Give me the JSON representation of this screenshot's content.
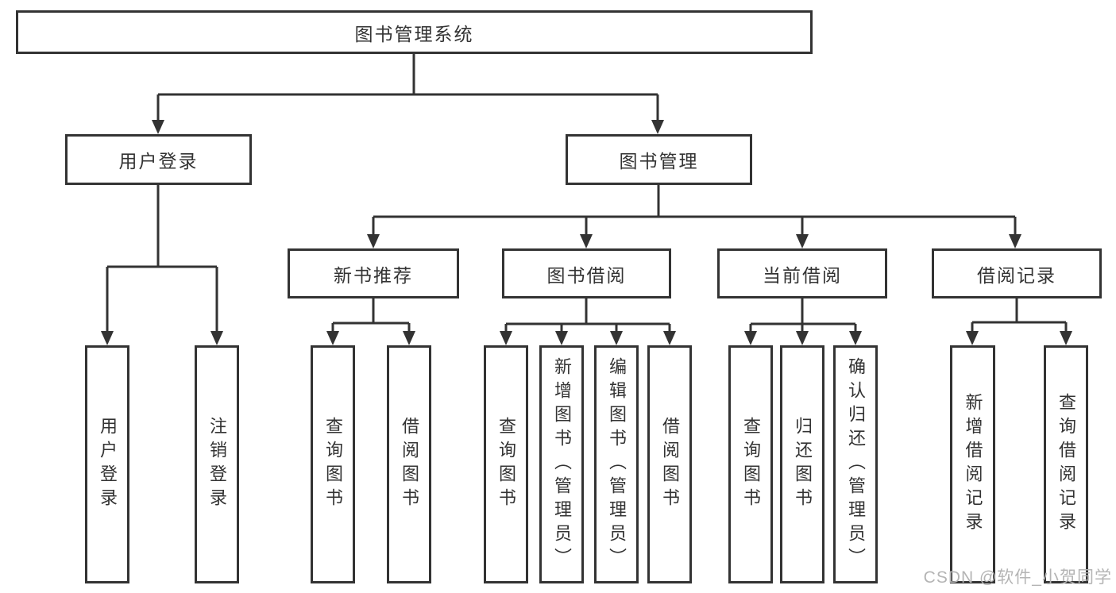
{
  "diagram_type": "hierarchy-tree",
  "colors": {
    "line": "#333333",
    "text": "#333333",
    "box_background": "#ffffff",
    "watermark": "#b4b4b4",
    "background": "#ffffff"
  },
  "tree": {
    "label": "图书管理系统",
    "children": [
      {
        "label": "用户登录",
        "children": [
          {
            "label": "用户登录"
          },
          {
            "label": "注销登录"
          }
        ]
      },
      {
        "label": "图书管理",
        "children": [
          {
            "label": "新书推荐",
            "children": [
              {
                "label": "查询图书"
              },
              {
                "label": "借阅图书"
              }
            ]
          },
          {
            "label": "图书借阅",
            "children": [
              {
                "label": "查询图书"
              },
              {
                "label": "新增图书（管理员）"
              },
              {
                "label": "编辑图书（管理员）"
              },
              {
                "label": "借阅图书"
              }
            ]
          },
          {
            "label": "当前借阅",
            "children": [
              {
                "label": "查询图书"
              },
              {
                "label": "归还图书"
              },
              {
                "label": "确认归还（管理员）"
              }
            ]
          },
          {
            "label": "借阅记录",
            "children": [
              {
                "label": "新增借阅记录"
              },
              {
                "label": "查询借阅记录"
              }
            ]
          }
        ]
      }
    ]
  },
  "watermark": "CSDN @软件_小贺同学"
}
